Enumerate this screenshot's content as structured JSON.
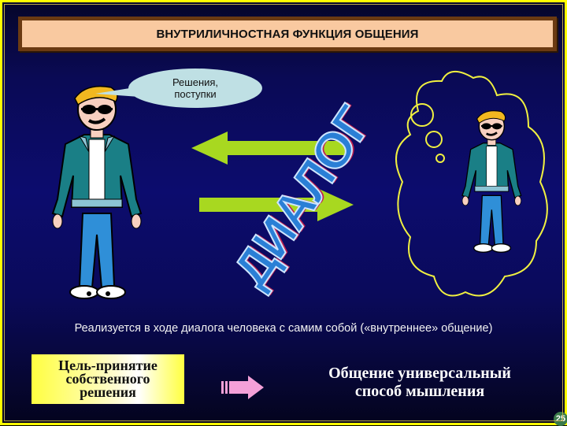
{
  "slide": {
    "title": "ВНУТРИЛИЧНОСТНАЯ ФУНКЦИЯ ОБЩЕНИЯ",
    "speech_bubble": {
      "line1": "Решения,",
      "line2": "поступки"
    },
    "diagonal_word": "ДИАЛОГ",
    "caption": "Реализуется в ходе диалога человека с самим собой («внутреннее» общение)",
    "goal_box": {
      "line1": "Цель-принятие",
      "line2": "собственного",
      "line3": "решения"
    },
    "result": {
      "line1": "Общение универсальный",
      "line2": "способ мышления"
    },
    "page_number": "25",
    "icons": [
      "person-figure",
      "thought-cloud",
      "arrow-left",
      "arrow-right",
      "pink-arrow-right"
    ],
    "colors": {
      "frame": "#ffff00",
      "title_bg": "#f9c9a0",
      "title_border": "#6b3a12",
      "green_arrow": "#a8d820",
      "dialog_blue": "#2a7fd6",
      "cloud_outline": "#f0f040",
      "pink_arrow": "#f4a0d8"
    }
  }
}
